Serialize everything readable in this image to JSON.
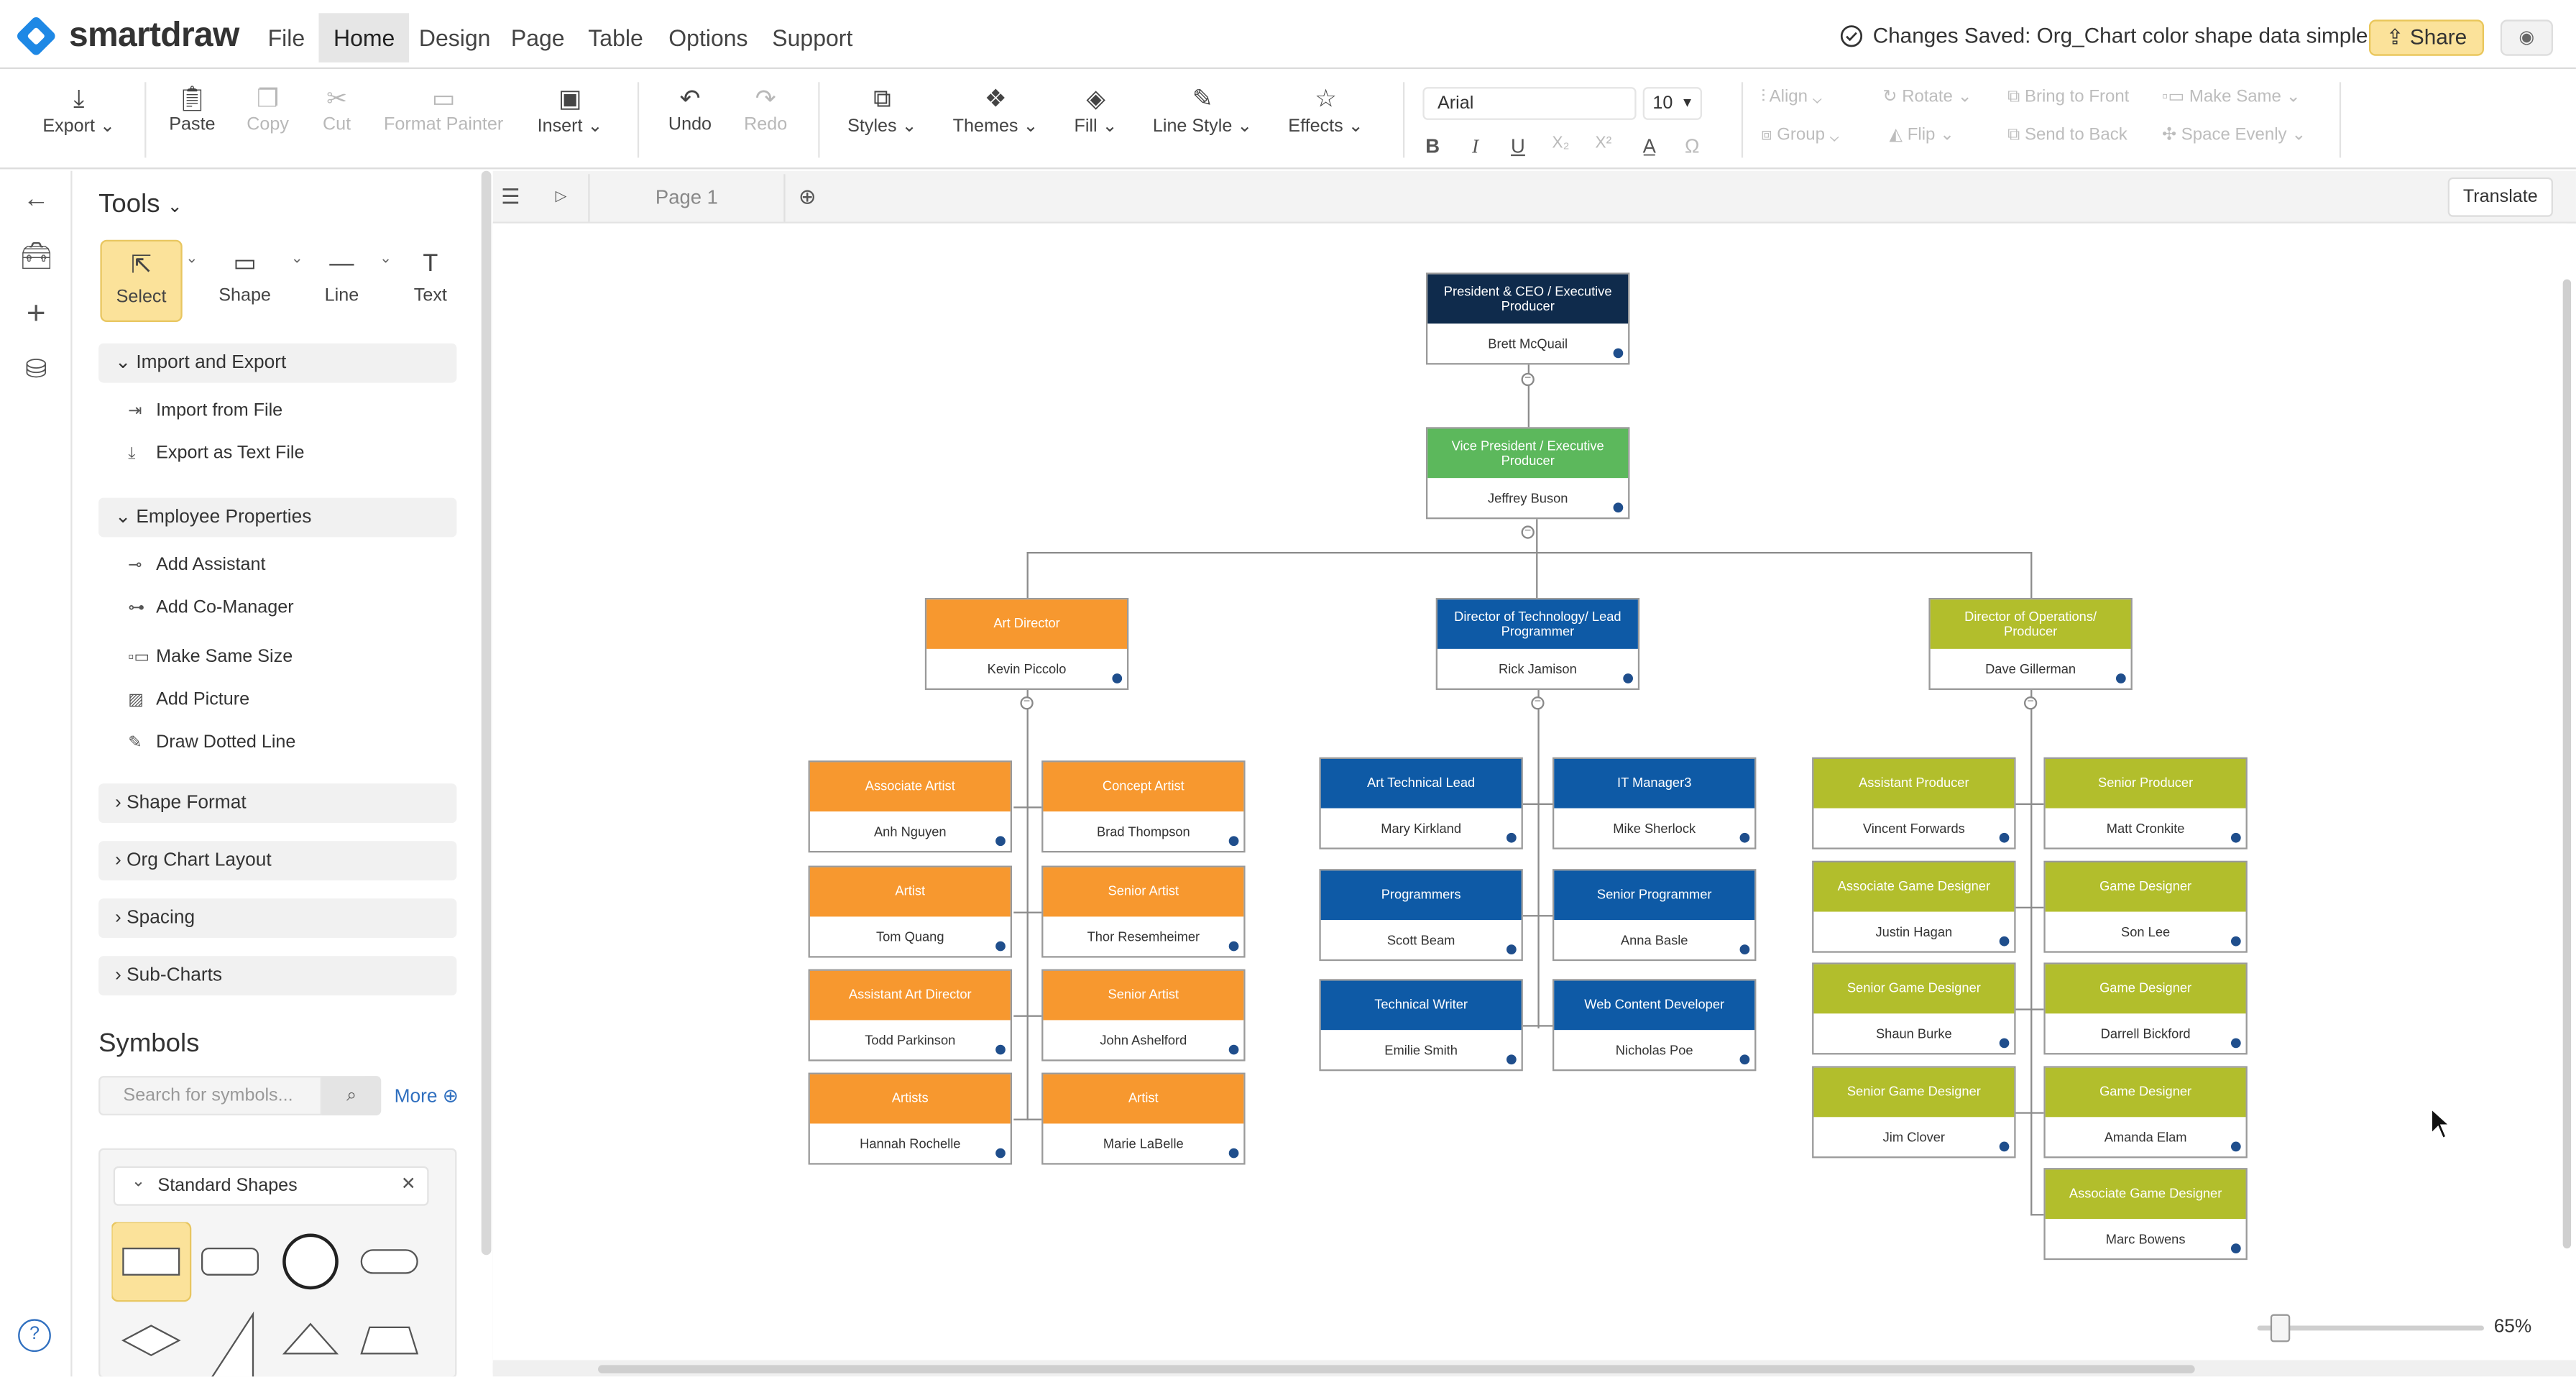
{
  "app": {
    "logo": "smartdraw",
    "menu": [
      "File",
      "Home",
      "Design",
      "Page",
      "Table",
      "Options",
      "Support"
    ],
    "active_menu": "Home",
    "saved_status": "Changes Saved: Org_Chart color shape data simple",
    "share_label": "Share"
  },
  "ribbon": {
    "export": "Export",
    "paste": "Paste",
    "copy": "Copy",
    "cut": "Cut",
    "format_painter": "Format Painter",
    "insert": "Insert",
    "undo": "Undo",
    "redo": "Redo",
    "styles": "Styles",
    "themes": "Themes",
    "fill": "Fill",
    "line_style": "Line Style",
    "effects": "Effects",
    "font_name": "Arial",
    "font_size": "10",
    "align": "Align",
    "rotate": "Rotate",
    "bring_to_front": "Bring to Front",
    "make_same": "Make Same",
    "group": "Group",
    "flip": "Flip",
    "send_to_back": "Send to Back",
    "space_evenly": "Space Evenly"
  },
  "tools": {
    "title": "Tools",
    "select": "Select",
    "shape": "Shape",
    "line": "Line",
    "text": "Text",
    "sections": {
      "import_export": "Import and Export",
      "import_from_file": "Import from File",
      "export_text": "Export as Text File",
      "employee_props": "Employee Properties",
      "add_assistant": "Add Assistant",
      "add_comanager": "Add Co-Manager",
      "make_same_size": "Make Same Size",
      "add_picture": "Add Picture",
      "draw_dotted": "Draw Dotted Line",
      "shape_format": "Shape Format",
      "org_layout": "Org Chart Layout",
      "spacing": "Spacing",
      "sub_charts": "Sub-Charts"
    },
    "symbols_title": "Symbols",
    "symbols_search_placeholder": "Search for symbols...",
    "more_label": "More",
    "standard_shapes": "Standard Shapes"
  },
  "canvas": {
    "page_tab": "Page 1",
    "translate": "Translate",
    "zoom_label": "65%",
    "zoom_level": 0.1
  },
  "colors": {
    "navy": "#0f2b4c",
    "green": "#5cb85c",
    "orange": "#f7982f",
    "blue": "#0e5aa6",
    "olive": "#b2be2c",
    "accent_yellow": "#fbe29a"
  },
  "org": {
    "ceo": {
      "title": "President & CEO / Executive Producer",
      "name": "Brett McQuail"
    },
    "vp": {
      "title": "Vice President / Executive Producer",
      "name": "Jeffrey Buson"
    },
    "art_dir": {
      "title": "Art Director",
      "name": "Kevin Piccolo"
    },
    "tech_dir": {
      "title": "Director of Technology/ Lead Programmer",
      "name": "Rick Jamison"
    },
    "ops_dir": {
      "title": "Director of Operations/ Producer",
      "name": "Dave Gillerman"
    },
    "art_team": [
      {
        "title": "Associate Artist",
        "name": "Anh Nguyen"
      },
      {
        "title": "Concept Artist",
        "name": "Brad Thompson"
      },
      {
        "title": "Artist",
        "name": "Tom Quang"
      },
      {
        "title": "Senior Artist",
        "name": "Thor Resemheimer"
      },
      {
        "title": "Assistant Art Director",
        "name": "Todd Parkinson"
      },
      {
        "title": "Senior Artist",
        "name": "John Ashelford"
      },
      {
        "title": "Artists",
        "name": "Hannah Rochelle"
      },
      {
        "title": "Artist",
        "name": "Marie LaBelle"
      }
    ],
    "tech_team": [
      {
        "title": "Art Technical Lead",
        "name": "Mary Kirkland"
      },
      {
        "title": "IT Manager3",
        "name": "Mike Sherlock"
      },
      {
        "title": "Programmers",
        "name": "Scott Beam"
      },
      {
        "title": "Senior Programmer",
        "name": "Anna Basle"
      },
      {
        "title": "Technical Writer",
        "name": "Emilie Smith"
      },
      {
        "title": "Web Content Developer",
        "name": "Nicholas Poe"
      }
    ],
    "ops_team": [
      {
        "title": "Assistant Producer",
        "name": "Vincent Forwards"
      },
      {
        "title": "Senior Producer",
        "name": "Matt Cronkite"
      },
      {
        "title": "Associate Game Designer",
        "name": "Justin Hagan"
      },
      {
        "title": "Game Designer",
        "name": "Son Lee"
      },
      {
        "title": "Senior Game Designer",
        "name": "Shaun Burke"
      },
      {
        "title": "Game Designer",
        "name": "Darrell Bickford"
      },
      {
        "title": "Senior Game Designer",
        "name": "Jim Clover"
      },
      {
        "title": "Game Designer",
        "name": "Amanda Elam"
      },
      {
        "title": "Associate Game Designer",
        "name": "Marc Bowens"
      }
    ]
  }
}
